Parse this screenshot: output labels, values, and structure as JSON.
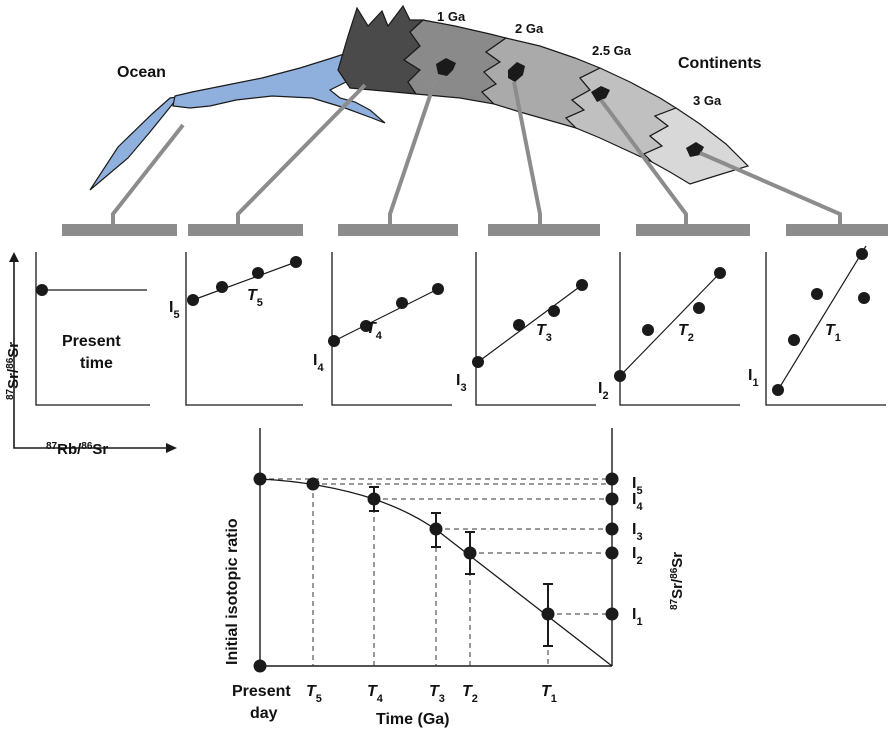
{
  "cross_section": {
    "ocean_label": "Ocean",
    "continents_label": "Continents",
    "ages": [
      "1 Ga",
      "2 Ga",
      "2.5 Ga",
      "3 Ga"
    ]
  },
  "isochron_axes": {
    "y_label_sup1": "87",
    "y_label_mid": "Sr/",
    "y_label_sup2": "86",
    "y_label_end": "Sr",
    "x_label_sup1": "87",
    "x_label_mid": "Rb/",
    "x_label_sup2": "86",
    "x_label_end": "Sr"
  },
  "panels": {
    "present": {
      "line1": "Present",
      "line2": "time"
    },
    "p5": {
      "i_base": "I",
      "i_sub": "5",
      "t_base": "T",
      "t_sub": "5"
    },
    "p4": {
      "i_base": "I",
      "i_sub": "4",
      "t_base": "T",
      "t_sub": "4"
    },
    "p3": {
      "i_base": "I",
      "i_sub": "3",
      "t_base": "T",
      "t_sub": "3"
    },
    "p2": {
      "i_base": "I",
      "i_sub": "2",
      "t_base": "T",
      "t_sub": "2"
    },
    "p1": {
      "i_base": "I",
      "i_sub": "1",
      "t_base": "T",
      "t_sub": "1"
    }
  },
  "evolution": {
    "y_label": "Initial isotopic ratio",
    "right_label_sup1": "87",
    "right_label_mid": "Sr/",
    "right_label_sup2": "86",
    "right_label_end": "Sr",
    "x_label": "Time (Ga)",
    "present_line1": "Present",
    "present_line2": "day",
    "t_ticks": [
      {
        "base": "T",
        "sub": "5"
      },
      {
        "base": "T",
        "sub": "4"
      },
      {
        "base": "T",
        "sub": "3"
      },
      {
        "base": "T",
        "sub": "2"
      },
      {
        "base": "T",
        "sub": "1"
      }
    ],
    "i_ticks": [
      {
        "base": "I",
        "sub": "5"
      },
      {
        "base": "I",
        "sub": "4"
      },
      {
        "base": "I",
        "sub": "3"
      },
      {
        "base": "I",
        "sub": "2"
      },
      {
        "base": "I",
        "sub": "1"
      }
    ]
  },
  "colors": {
    "ocean": "#8fb0dc",
    "crust_dark": "#4a4a4a",
    "crust_mid": "#8a8a8a",
    "crust_light": "#b4b4b4",
    "crust_pale": "#d6d6d6",
    "connector": "#8c8c8c"
  }
}
